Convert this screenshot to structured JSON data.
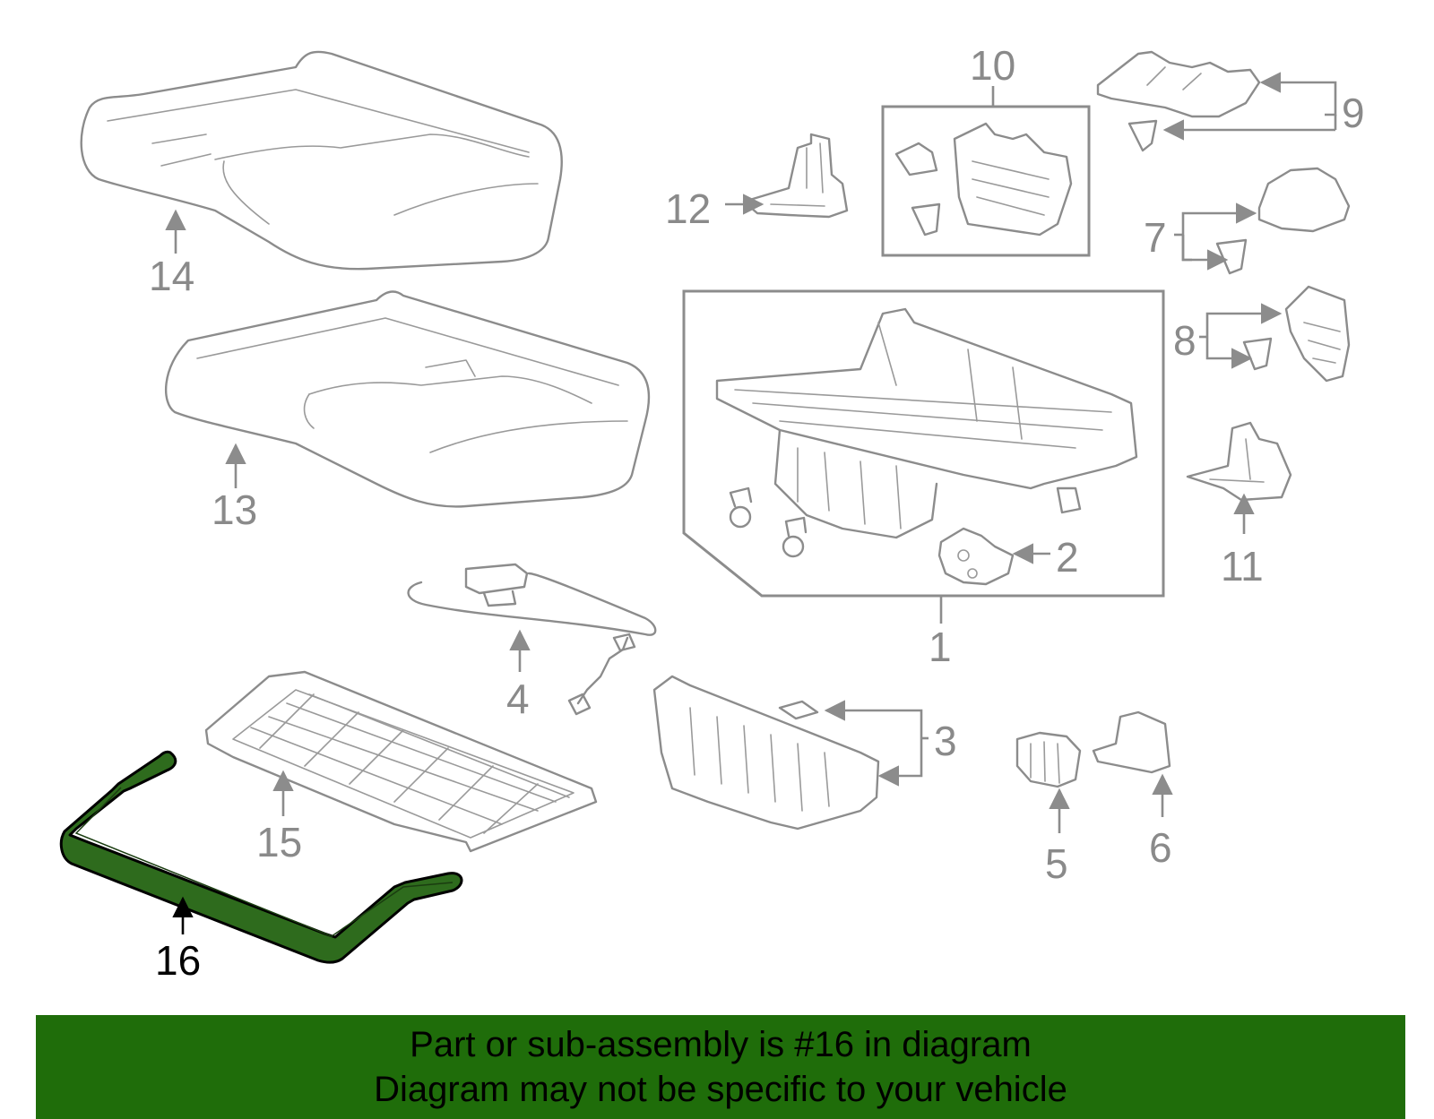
{
  "callouts": {
    "c1": "1",
    "c2": "2",
    "c3": "3",
    "c4": "4",
    "c5": "5",
    "c6": "6",
    "c7": "7",
    "c8": "8",
    "c9": "9",
    "c10": "10",
    "c11": "11",
    "c12": "12",
    "c13": "13",
    "c14": "14",
    "c15": "15",
    "c16": "16"
  },
  "highlight": {
    "part_number": "16",
    "color": "#2e6b1d"
  },
  "banner": {
    "line1": "Part or sub-assembly is #16 in diagram",
    "line2": "Diagram may not be specific to your vehicle",
    "background": "#1f6d0a"
  }
}
